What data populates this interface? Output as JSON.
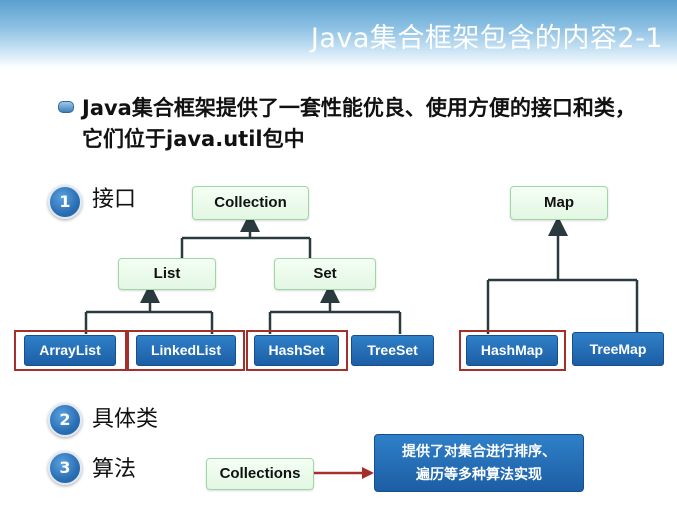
{
  "header": {
    "title": "Java集合框架包含的内容2-1"
  },
  "bullet": {
    "text": "Java集合框架提供了一套性能优良、使用方便的接口和类，它们位于java.util包中"
  },
  "sections": [
    {
      "num": "1",
      "label": "接口"
    },
    {
      "num": "2",
      "label": "具体类"
    },
    {
      "num": "3",
      "label": "算法"
    }
  ],
  "interfaces": {
    "collection": "Collection",
    "list": "List",
    "set": "Set",
    "map": "Map"
  },
  "classes": {
    "arraylist": "ArrayList",
    "linkedlist": "LinkedList",
    "hashset": "HashSet",
    "treeset": "TreeSet",
    "hashmap": "HashMap",
    "treemap": "TreeMap"
  },
  "algorithms": {
    "collections": "Collections",
    "description_line1": "提供了对集合进行排序、",
    "description_line2": "遍历等多种算法实现"
  }
}
